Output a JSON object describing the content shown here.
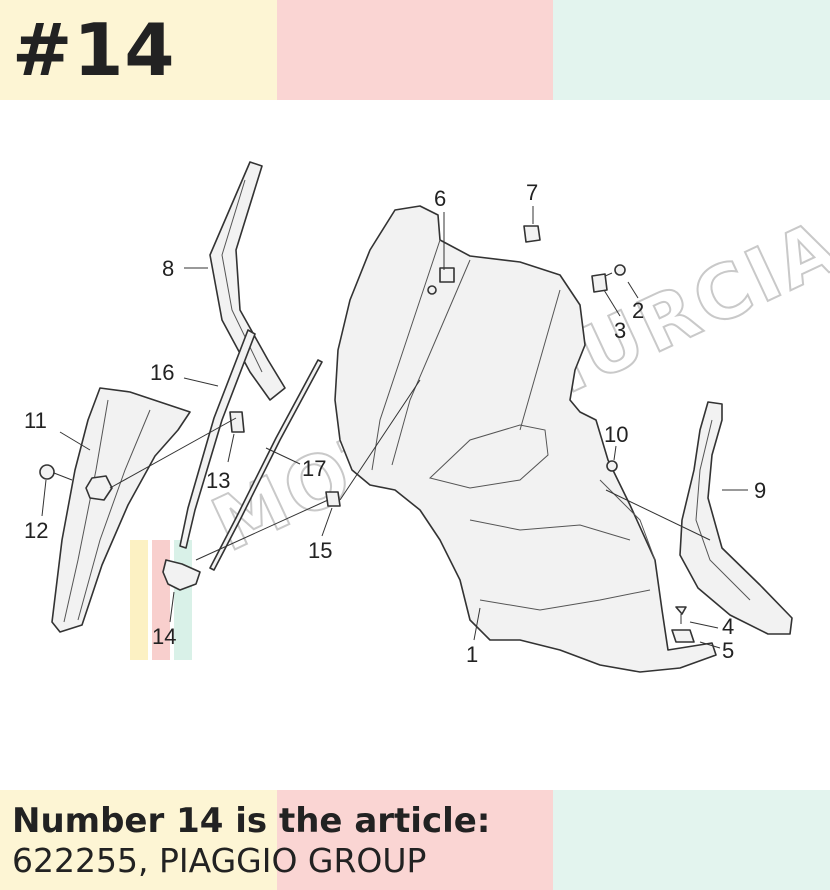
{
  "header": {
    "ref_number": "#14"
  },
  "footer": {
    "headline": "Number 14 is the article:",
    "article": "622255, PIAGGIO GROUP"
  },
  "diagram": {
    "callouts": [
      {
        "id": "1",
        "label": "1"
      },
      {
        "id": "2",
        "label": "2"
      },
      {
        "id": "3",
        "label": "3"
      },
      {
        "id": "4",
        "label": "4"
      },
      {
        "id": "5",
        "label": "5"
      },
      {
        "id": "6",
        "label": "6"
      },
      {
        "id": "7",
        "label": "7"
      },
      {
        "id": "8",
        "label": "8"
      },
      {
        "id": "9",
        "label": "9"
      },
      {
        "id": "10",
        "label": "10"
      },
      {
        "id": "11",
        "label": "11"
      },
      {
        "id": "12",
        "label": "12"
      },
      {
        "id": "13",
        "label": "13"
      },
      {
        "id": "14",
        "label": "14"
      },
      {
        "id": "15",
        "label": "15"
      },
      {
        "id": "16",
        "label": "16"
      },
      {
        "id": "17",
        "label": "17"
      }
    ],
    "watermark": "MOTORMURCIA",
    "highlighted_part": "14"
  },
  "colors": {
    "band_yellow": "#fdf5d4",
    "band_pink": "#fad5d3",
    "band_mint": "#e3f4ee",
    "text": "#222222",
    "line": "#333333"
  }
}
